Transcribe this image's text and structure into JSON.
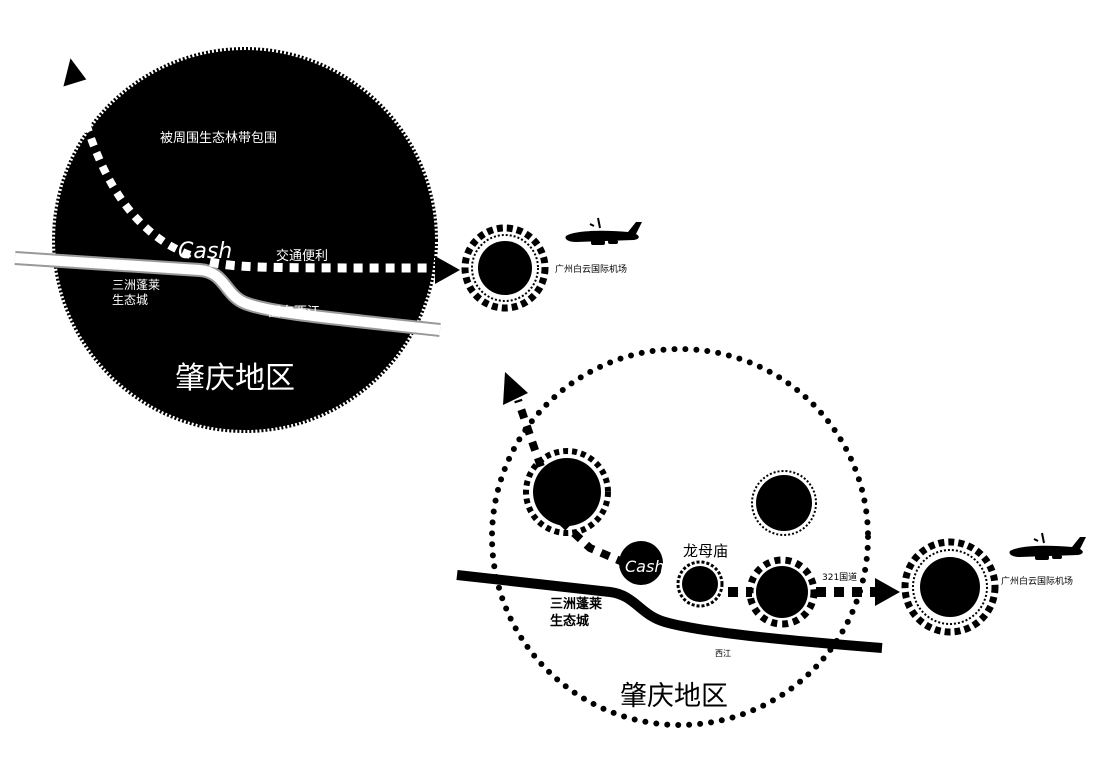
{
  "diagram_top": {
    "region_label": "肇庆地区",
    "forest_label": "被周围生态林带包围",
    "transport_label": "交通便利",
    "city_label_line1": "三洲蓬莱",
    "city_label_line2": "生态城",
    "river_label": "面向西江",
    "airport_label": "广州白云国际机场"
  },
  "diagram_bottom": {
    "region_label": "肇庆地区",
    "temple_label": "龙母庙",
    "road_label": "321国道",
    "city_label_line1": "三洲蓬莱",
    "city_label_line2": "生态城",
    "river_label": "西江",
    "airport_label": "广州白云国际机场"
  },
  "colors": {
    "fill": "#000000",
    "background": "#ffffff",
    "road_outline": "#999999"
  }
}
